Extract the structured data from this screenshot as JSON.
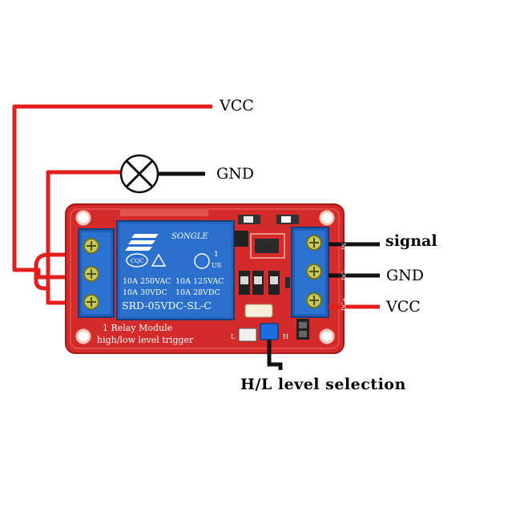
{
  "labels": {
    "vcc_top": "VCC",
    "gnd_top": "GND",
    "signal": "signal",
    "gnd_right": "GND",
    "vcc_right": "VCC",
    "hl_selection": "H/L level selection"
  },
  "relay": {
    "brand": "SONGLE",
    "cqc": "CQC",
    "rating_line1_left": "10A 250VAC",
    "rating_line1_right": "10A 125VAC",
    "rating_line2_left": "10A 30VDC",
    "rating_line2_right": "10A 28VDC",
    "model": "SRD-05VDC-SL-C",
    "ul_mark": "1",
    "us_mark": "US"
  },
  "board": {
    "line1": "1 Relay  Module",
    "line2": "high/low level trigger",
    "pin_in": "IN",
    "pin_dcm": "DC-",
    "pin_dcp": "DC+",
    "jumper_l": "L",
    "jumper_h": "H"
  },
  "colors": {
    "wire_red": "#e41d1d",
    "wire_black": "#111111",
    "pcb_red": "#d42a2a",
    "terminal_blue": "#1f5fb8",
    "relay_blue": "#2467c2"
  }
}
